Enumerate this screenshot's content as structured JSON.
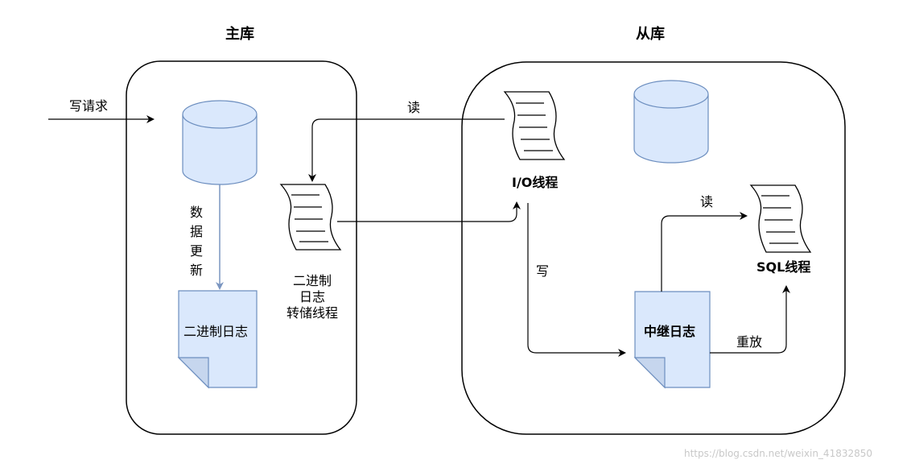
{
  "master": {
    "title": "主库"
  },
  "slave": {
    "title": "从库"
  },
  "labels": {
    "write_request": "写请求",
    "data_update": "数据更新",
    "binlog_doc": "二进制日志",
    "dump_thread": "二进制\n日志\n转储线程",
    "read_top": "读",
    "io_thread": "I/O线程",
    "write": "写",
    "relay_log": "中继日志",
    "read_sql": "读",
    "sql_thread": "SQL线程",
    "replay": "重放"
  },
  "watermark": "https://blog.csdn.net/weixin_41832850",
  "colors": {
    "fill": "#dae8fc",
    "stroke": "#6c8ebf",
    "line": "#000000",
    "update_arrow": "#7a95c0"
  }
}
